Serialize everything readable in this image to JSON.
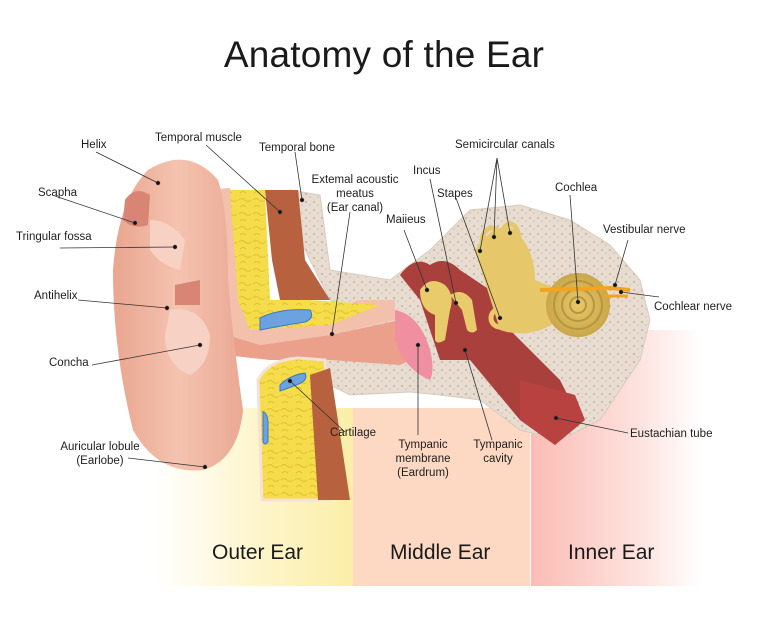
{
  "title": "Anatomy of the Ear",
  "regions": {
    "outer": "Outer Ear",
    "middle": "Middle Ear",
    "inner": "Inner Ear"
  },
  "region_colors": {
    "outer": "#fbf3b8",
    "middle": "#fdd9c3",
    "inner": "#fcc5bf"
  },
  "labels": {
    "helix": "Helix",
    "scapha": "Scapha",
    "triangular_fossa": "Tringular fossa",
    "antihelix": "Antihelix",
    "concha": "Concha",
    "lobule_1": "Auricular lobule",
    "lobule_2": "(Earlobe)",
    "temporal_muscle": "Temporal muscle",
    "temporal_bone": "Temporal bone",
    "meatus_1": "Extemal acoustic",
    "meatus_2": "meatus",
    "meatus_3": "(Ear canal)",
    "incus": "Incus",
    "malleus": "Maiieus",
    "stapes": "Stapes",
    "semicircular": "Semicircular canals",
    "cochlea": "Cochlea",
    "vestibular_nerve": "Vestibular nerve",
    "cochlear_nerve": "Cochlear nerve",
    "cartilage": "Cartilage",
    "tympanic_membrane_1": "Tympanic",
    "tympanic_membrane_2": "membrane",
    "tympanic_membrane_3": "(Eardrum)",
    "tympanic_cavity_1": "Tympanic",
    "tympanic_cavity_2": "cavity",
    "eustachian": "Eustachian tube"
  }
}
